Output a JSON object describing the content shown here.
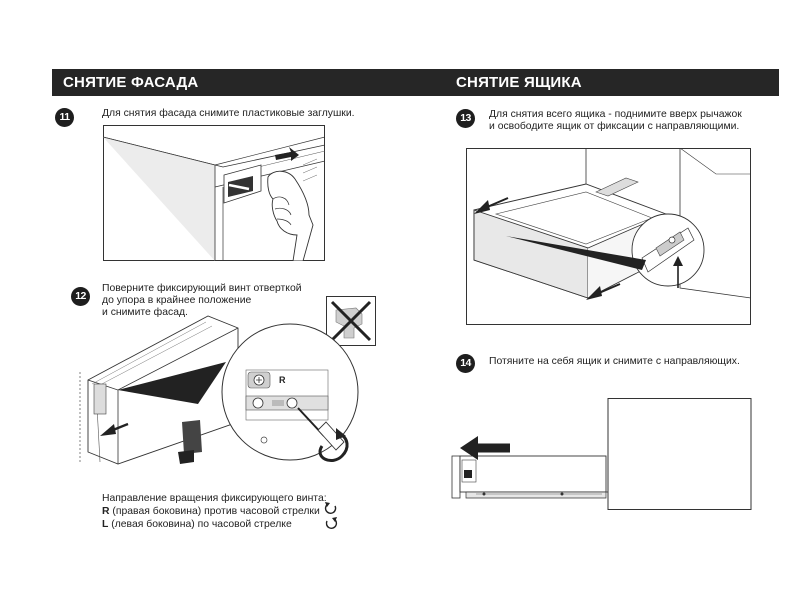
{
  "left_section": {
    "title": "СНЯТИЕ ФАСАДА",
    "step11": {
      "number": "11",
      "text": "Для снятия фасада снимите пластиковые заглушки."
    },
    "step12": {
      "number": "12",
      "text": "Поверните фиксирующий винт отверткой\nдо упора в крайнее положение\nи снимите фасад.",
      "detail_label": "R"
    },
    "rotation_note": {
      "title": "Направление вращения фиксирующего винта:",
      "r_letter": "R",
      "r_text": " (правая боковина) против часовой стрелки",
      "l_letter": "L",
      "l_text": " (левая боковина) по часовой стрелке"
    }
  },
  "right_section": {
    "title": "СНЯТИЕ ЯЩИКА",
    "step13": {
      "number": "13",
      "text": "Для снятия всего ящика - поднимите вверх рычажок\nи освободите ящик от фиксации с направляющими."
    },
    "step14": {
      "number": "14",
      "text": "Потяните на себя ящик и снимите с направляющих."
    }
  },
  "colors": {
    "header_bg": "#262626",
    "header_text": "#ffffff",
    "step_badge": "#1e1e1e",
    "line": "#333333",
    "panel_fill": "#e8e8e8"
  },
  "icons": {
    "rotate_ccw": "rotate-ccw-icon",
    "rotate_cw": "rotate-cw-icon",
    "forbidden": "cross-icon"
  }
}
